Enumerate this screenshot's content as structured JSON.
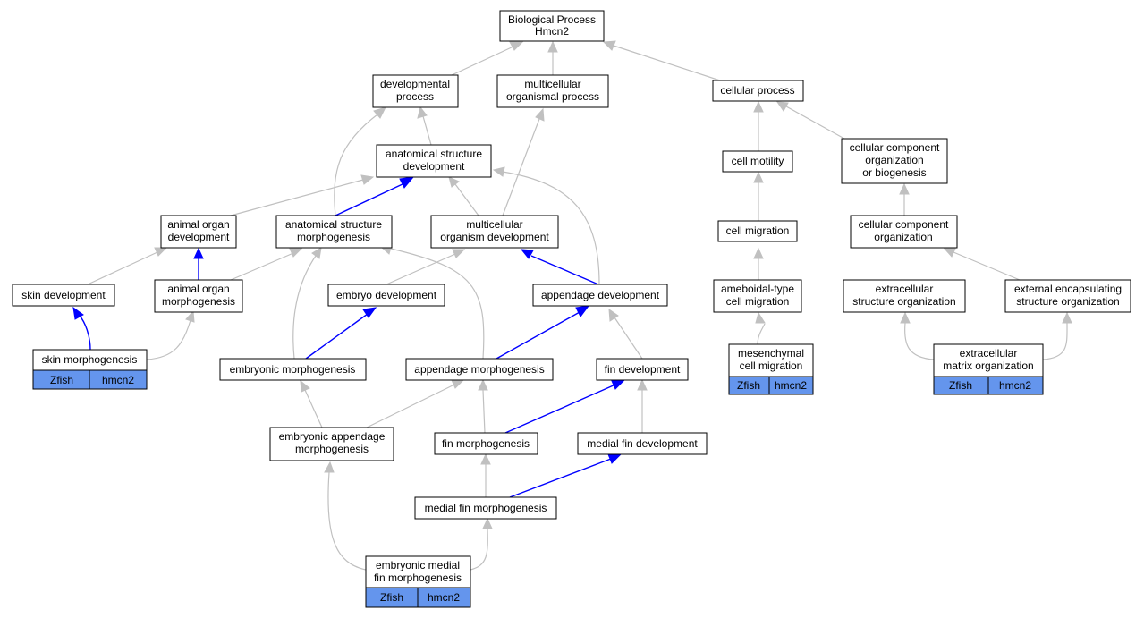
{
  "root": {
    "line1": "Biological Process",
    "line2": "Hmcn2"
  },
  "nodes": {
    "developmental_process": [
      "developmental",
      "process"
    ],
    "multicellular_organismal_process": [
      "multicellular",
      "organismal process"
    ],
    "cellular_process": [
      "cellular process"
    ],
    "anatomical_structure_development": [
      "anatomical structure",
      "development"
    ],
    "cell_motility": [
      "cell motility"
    ],
    "cellular_component_organization_or_biogenesis": [
      "cellular component",
      "organization",
      "or biogenesis"
    ],
    "animal_organ_development": [
      "animal organ",
      "development"
    ],
    "anatomical_structure_morphogenesis": [
      "anatomical structure",
      "morphogenesis"
    ],
    "multicellular_organism_development": [
      "multicellular",
      "organism development"
    ],
    "cell_migration": [
      "cell migration"
    ],
    "cellular_component_organization": [
      "cellular component",
      "organization"
    ],
    "skin_development": [
      "skin development"
    ],
    "animal_organ_morphogenesis": [
      "animal organ",
      "morphogenesis"
    ],
    "embryo_development": [
      "embryo development"
    ],
    "appendage_development": [
      "appendage development"
    ],
    "ameboidal_type_cell_migration": [
      "ameboidal-type",
      "cell migration"
    ],
    "extracellular_structure_organization": [
      "extracellular",
      "structure organization"
    ],
    "external_encapsulating_structure_organization": [
      "external encapsulating",
      "structure organization"
    ],
    "skin_morphogenesis": [
      "skin morphogenesis"
    ],
    "embryonic_morphogenesis": [
      "embryonic morphogenesis"
    ],
    "appendage_morphogenesis": [
      "appendage morphogenesis"
    ],
    "fin_development": [
      "fin development"
    ],
    "mesenchymal_cell_migration": [
      "mesenchymal",
      "cell migration"
    ],
    "extracellular_matrix_organization": [
      "extracellular",
      "matrix organization"
    ],
    "embryonic_appendage_morphogenesis": [
      "embryonic appendage",
      "morphogenesis"
    ],
    "fin_morphogenesis": [
      "fin morphogenesis"
    ],
    "medial_fin_development": [
      "medial fin development"
    ],
    "medial_fin_morphogenesis": [
      "medial fin morphogenesis"
    ],
    "embryonic_medial_fin_morphogenesis": [
      "embryonic medial",
      "fin morphogenesis"
    ]
  },
  "annotation": {
    "species": "Zfish",
    "gene": "hmcn2"
  },
  "colors": {
    "annotation_fill": "#6495ed",
    "edge_gray": "#c0c0c0",
    "edge_blue": "#0000ff"
  }
}
